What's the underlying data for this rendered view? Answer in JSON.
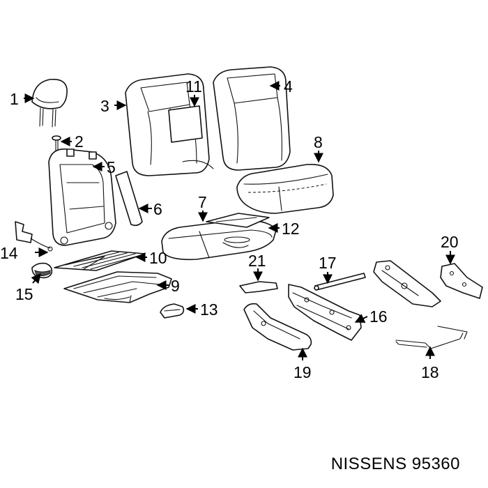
{
  "caption": "NISSENS 95360",
  "callouts": {
    "c1": "1",
    "c2": "2",
    "c3": "3",
    "c4": "4",
    "c5": "5",
    "c6": "6",
    "c7": "7",
    "c8": "8",
    "c9": "9",
    "c10": "10",
    "c11": "11",
    "c12": "12",
    "c13": "13",
    "c14": "14",
    "c15": "15",
    "c16": "16",
    "c17": "17",
    "c18": "18",
    "c19": "19",
    "c20": "20",
    "c21": "21"
  }
}
